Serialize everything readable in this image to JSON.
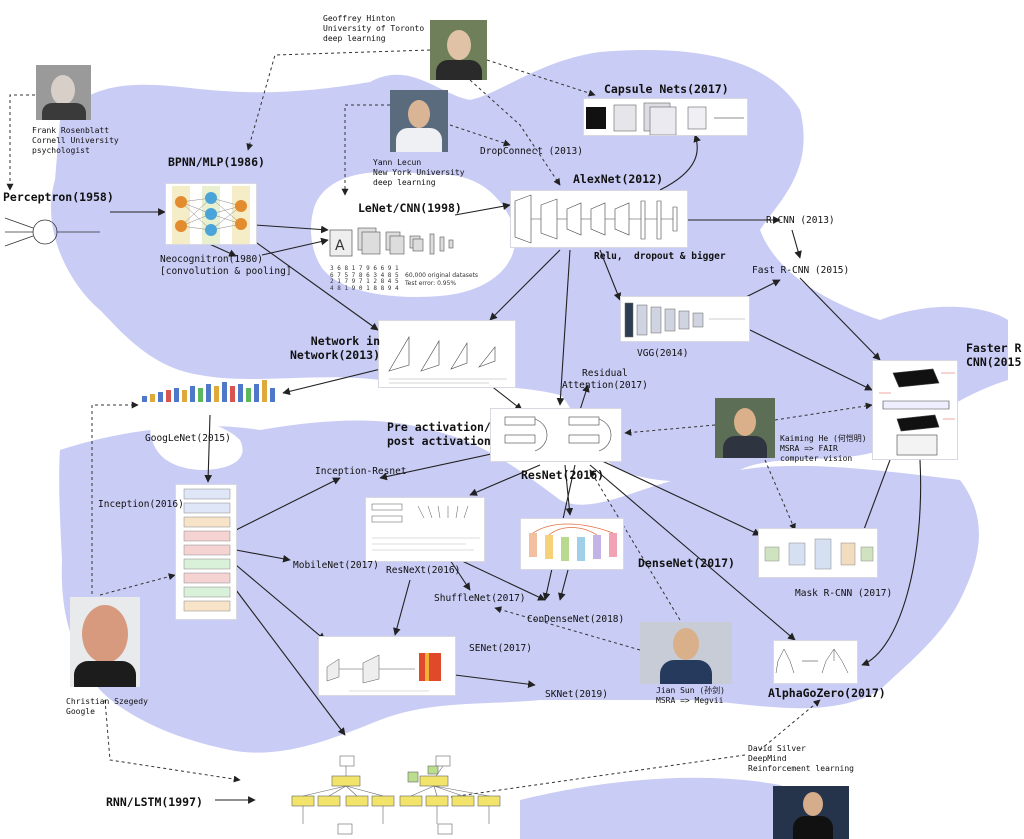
{
  "colors": {
    "region": "#c9ccf4",
    "line": "#222222",
    "dashed": "#333333"
  },
  "nodes": {
    "perceptron": "Perceptron(1958)",
    "bpnn": "BPNN/MLP(1986)",
    "neocognitron": "Neocognitron(1980)\n[convolution & pooling]",
    "lenet": "LeNet/CNN(1998)",
    "alexnet": "AlexNet(2012)",
    "alexnet_note": "Relu,  dropout & bigger",
    "capsule": "Capsule Nets(2017)",
    "dropconnect": "DropConnect (2013)",
    "rcnn": "R-CNN (2013)",
    "fast_rcnn": "Fast R-CNN (2015)",
    "faster_rcnn": "Faster R\nCNN(2015",
    "vgg": "VGG(2014)",
    "nin": "Network in\nNetwork(2013)",
    "googlenet": "GoogLeNet(2015)",
    "residual_attention": "Residual\nAttention(2017)",
    "preact": "Pre activation/\npost activation",
    "resnet": "ResNet(2016)",
    "inception_resnet": "Inception-Resnet",
    "inception": "Inception(2016)",
    "mobilenet": "MobileNet(2017)",
    "resnext": "ResNeXt(2016)",
    "shufflenet": "ShuffleNet(2017)",
    "condensenet": "ConDenseNet(2018)",
    "densenet": "DenseNet(2017)",
    "maskrcnn": "Mask R-CNN (2017)",
    "senet": "SENet(2017)",
    "sknet": "SKNet(2019)",
    "alphagozero": "AlphaGoZero(2017)",
    "rnn": "RNN/LSTM(1997)"
  },
  "people": {
    "rosenblatt": "Frank Rosenblatt\nCornell University\npsychologist",
    "hinton": "Geoffrey Hinton\nUniversity of Toronto\ndeep learning",
    "lecun": "Yann Lecun\nNew York University\ndeep learning",
    "kaiming": "Kaiming He (何恺明)\nMSRA => FAIR\ncomputer vision",
    "szegedy": "Christian Szegedy\nGoogle",
    "jiansun": "Jian Sun (孙剑)\nMSRA => Megvii",
    "silver": "David Silver\nDeepMind\nReinforcement learning"
  },
  "figure_text": {
    "mnist_stats": "60,000 original datasets\nTest error: 0.95%",
    "mnist_digits": "3 6 8 1 7 9 6 6 9 1\n6 7 5 7 8 6 3 4 8 5\n2 1 7 9 7 1 2 8 4 5\n4 8 1 9 0 1 8 8 9 4"
  }
}
